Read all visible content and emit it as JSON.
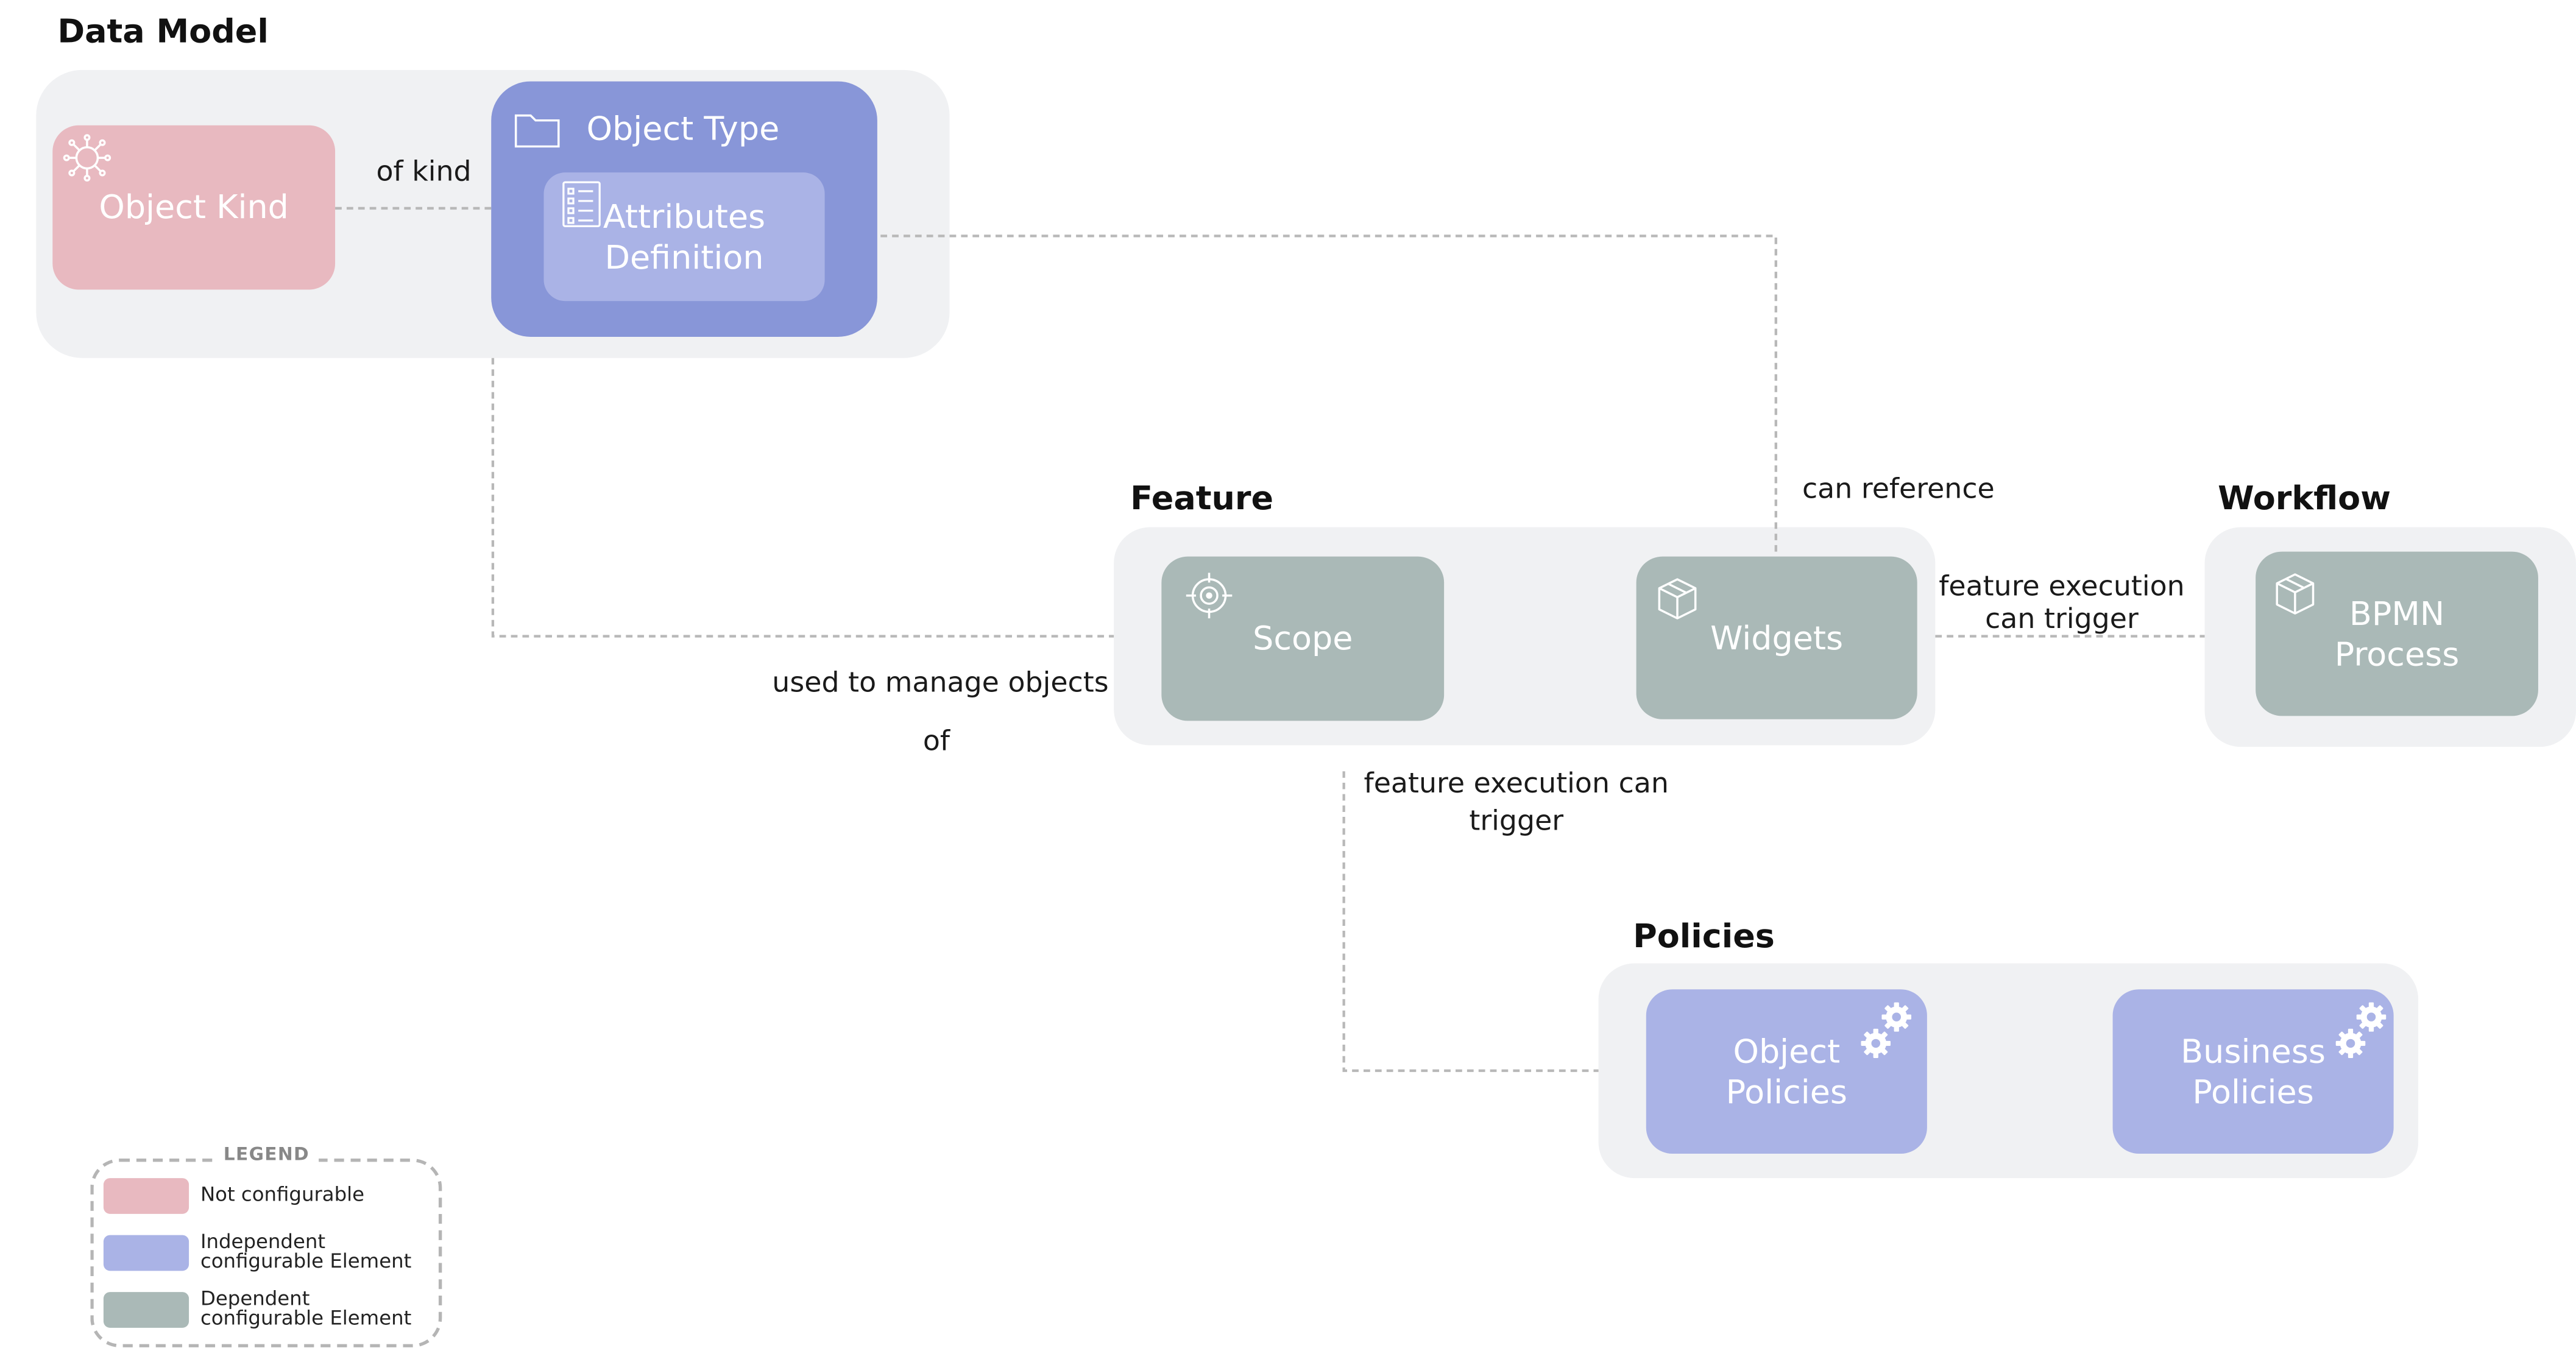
{
  "colors": {
    "not_configurable": "#e8b9c0",
    "independent": "#aab3e6",
    "independent_dark": "#8896d8",
    "dependent": "#aab9b7",
    "group_background": "#f0f1f3",
    "connector": "#b8b8b8"
  },
  "groups": {
    "data_model": {
      "title": "Data Model",
      "object_kind": {
        "label": "Object Kind",
        "icon": "virus-icon"
      },
      "object_type": {
        "label": "Object Type",
        "icon": "folder-icon"
      },
      "attributes_definition": {
        "line1": "Attributes",
        "line2": "Definition",
        "icon": "list-icon"
      }
    },
    "feature": {
      "title": "Feature",
      "scope": {
        "label": "Scope",
        "icon": "target-icon"
      },
      "widgets": {
        "label": "Widgets",
        "icon": "box-icon"
      }
    },
    "workflow": {
      "title": "Workflow",
      "bpmn_process": {
        "line1": "BPMN",
        "line2": "Process",
        "icon": "box-icon"
      }
    },
    "policies": {
      "title": "Policies",
      "object_policies": {
        "line1": "Object",
        "line2": "Policies",
        "icon": "gears-icon"
      },
      "business_policies": {
        "line1": "Business",
        "line2": "Policies",
        "icon": "gears-icon"
      }
    }
  },
  "edges": {
    "of_kind": "of kind",
    "used_to_manage": {
      "line1": "used to manage objects",
      "line2": "of"
    },
    "can_reference": "can reference",
    "feature_trigger_workflow": {
      "line1": "feature execution",
      "line2": "can trigger"
    },
    "feature_trigger_policies": {
      "line1": "feature execution can",
      "line2": "trigger"
    }
  },
  "legend": {
    "title": "LEGEND",
    "items": [
      {
        "label_line1": "Not configurable",
        "label_line2": ""
      },
      {
        "label_line1": "Independent",
        "label_line2": "configurable Element"
      },
      {
        "label_line1": "Dependent",
        "label_line2": "configurable Element"
      }
    ]
  }
}
